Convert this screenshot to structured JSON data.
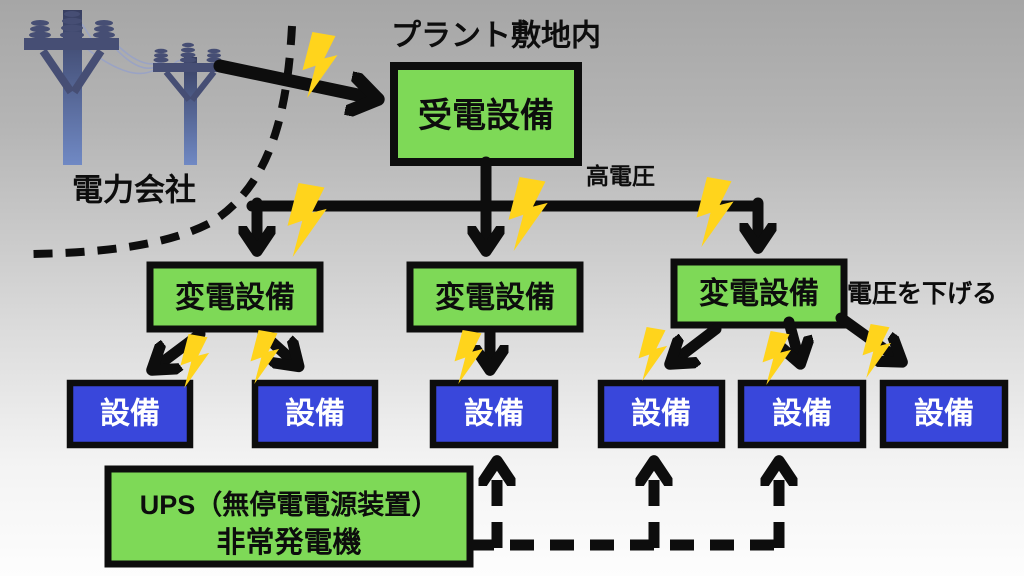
{
  "title": "プラント敷地内",
  "labels": {
    "power_company": "電力会社",
    "high_voltage": "高電圧",
    "step_down": "電圧を下げる"
  },
  "nodes": {
    "receiving": "受電設備",
    "substations": [
      "変電設備",
      "変電設備",
      "変電設備"
    ],
    "equipment": [
      "設備",
      "設備",
      "設備",
      "設備",
      "設備",
      "設備"
    ],
    "ups_line1": "UPS（無停電電源装置）",
    "ups_line2": "非常発電機"
  },
  "icons": {
    "lightning": "lightning-bolt-icon",
    "poles": "utility-poles-icon"
  },
  "colors": {
    "box_green": "#7ed957",
    "box_blue": "#3947db",
    "bolt_yellow": "#ffd41c",
    "line_black": "#0d0d0d",
    "pole_dark": "#3c4265",
    "pole_light": "#6e86c2"
  }
}
